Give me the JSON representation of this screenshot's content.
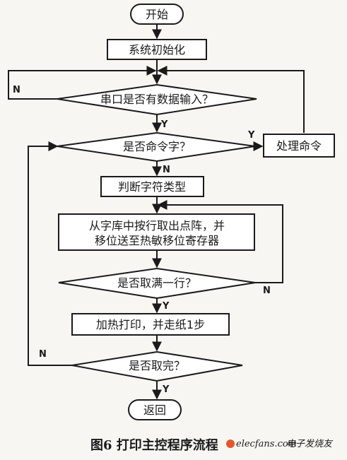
{
  "nodes": {
    "start": "开始",
    "init": "系统初始化",
    "serial_check": "串口是否有数据输入？",
    "command_check": "是否命令字？",
    "process_command": "处理命令",
    "judge_type": "判断字符类型",
    "fetch_line1": "从字库中按行取出点阵，并",
    "fetch_line2": "移位送至热敏移位寄存器",
    "line_full_check": "是否取满一行？",
    "heat_print": "加热打印，并走纸1步",
    "done_check": "是否取完？",
    "return": "返回"
  },
  "branch_labels": {
    "serial_no": "N",
    "serial_yes": "Y",
    "command_yes": "Y",
    "command_no": "N",
    "line_full_no": "N",
    "line_full_yes": "Y",
    "done_no": "N",
    "done_yes": "Y"
  },
  "caption": "图6  打印主控程序流程",
  "watermark": {
    "logo": "elecfans.com",
    "cn": "电子发烧友"
  }
}
